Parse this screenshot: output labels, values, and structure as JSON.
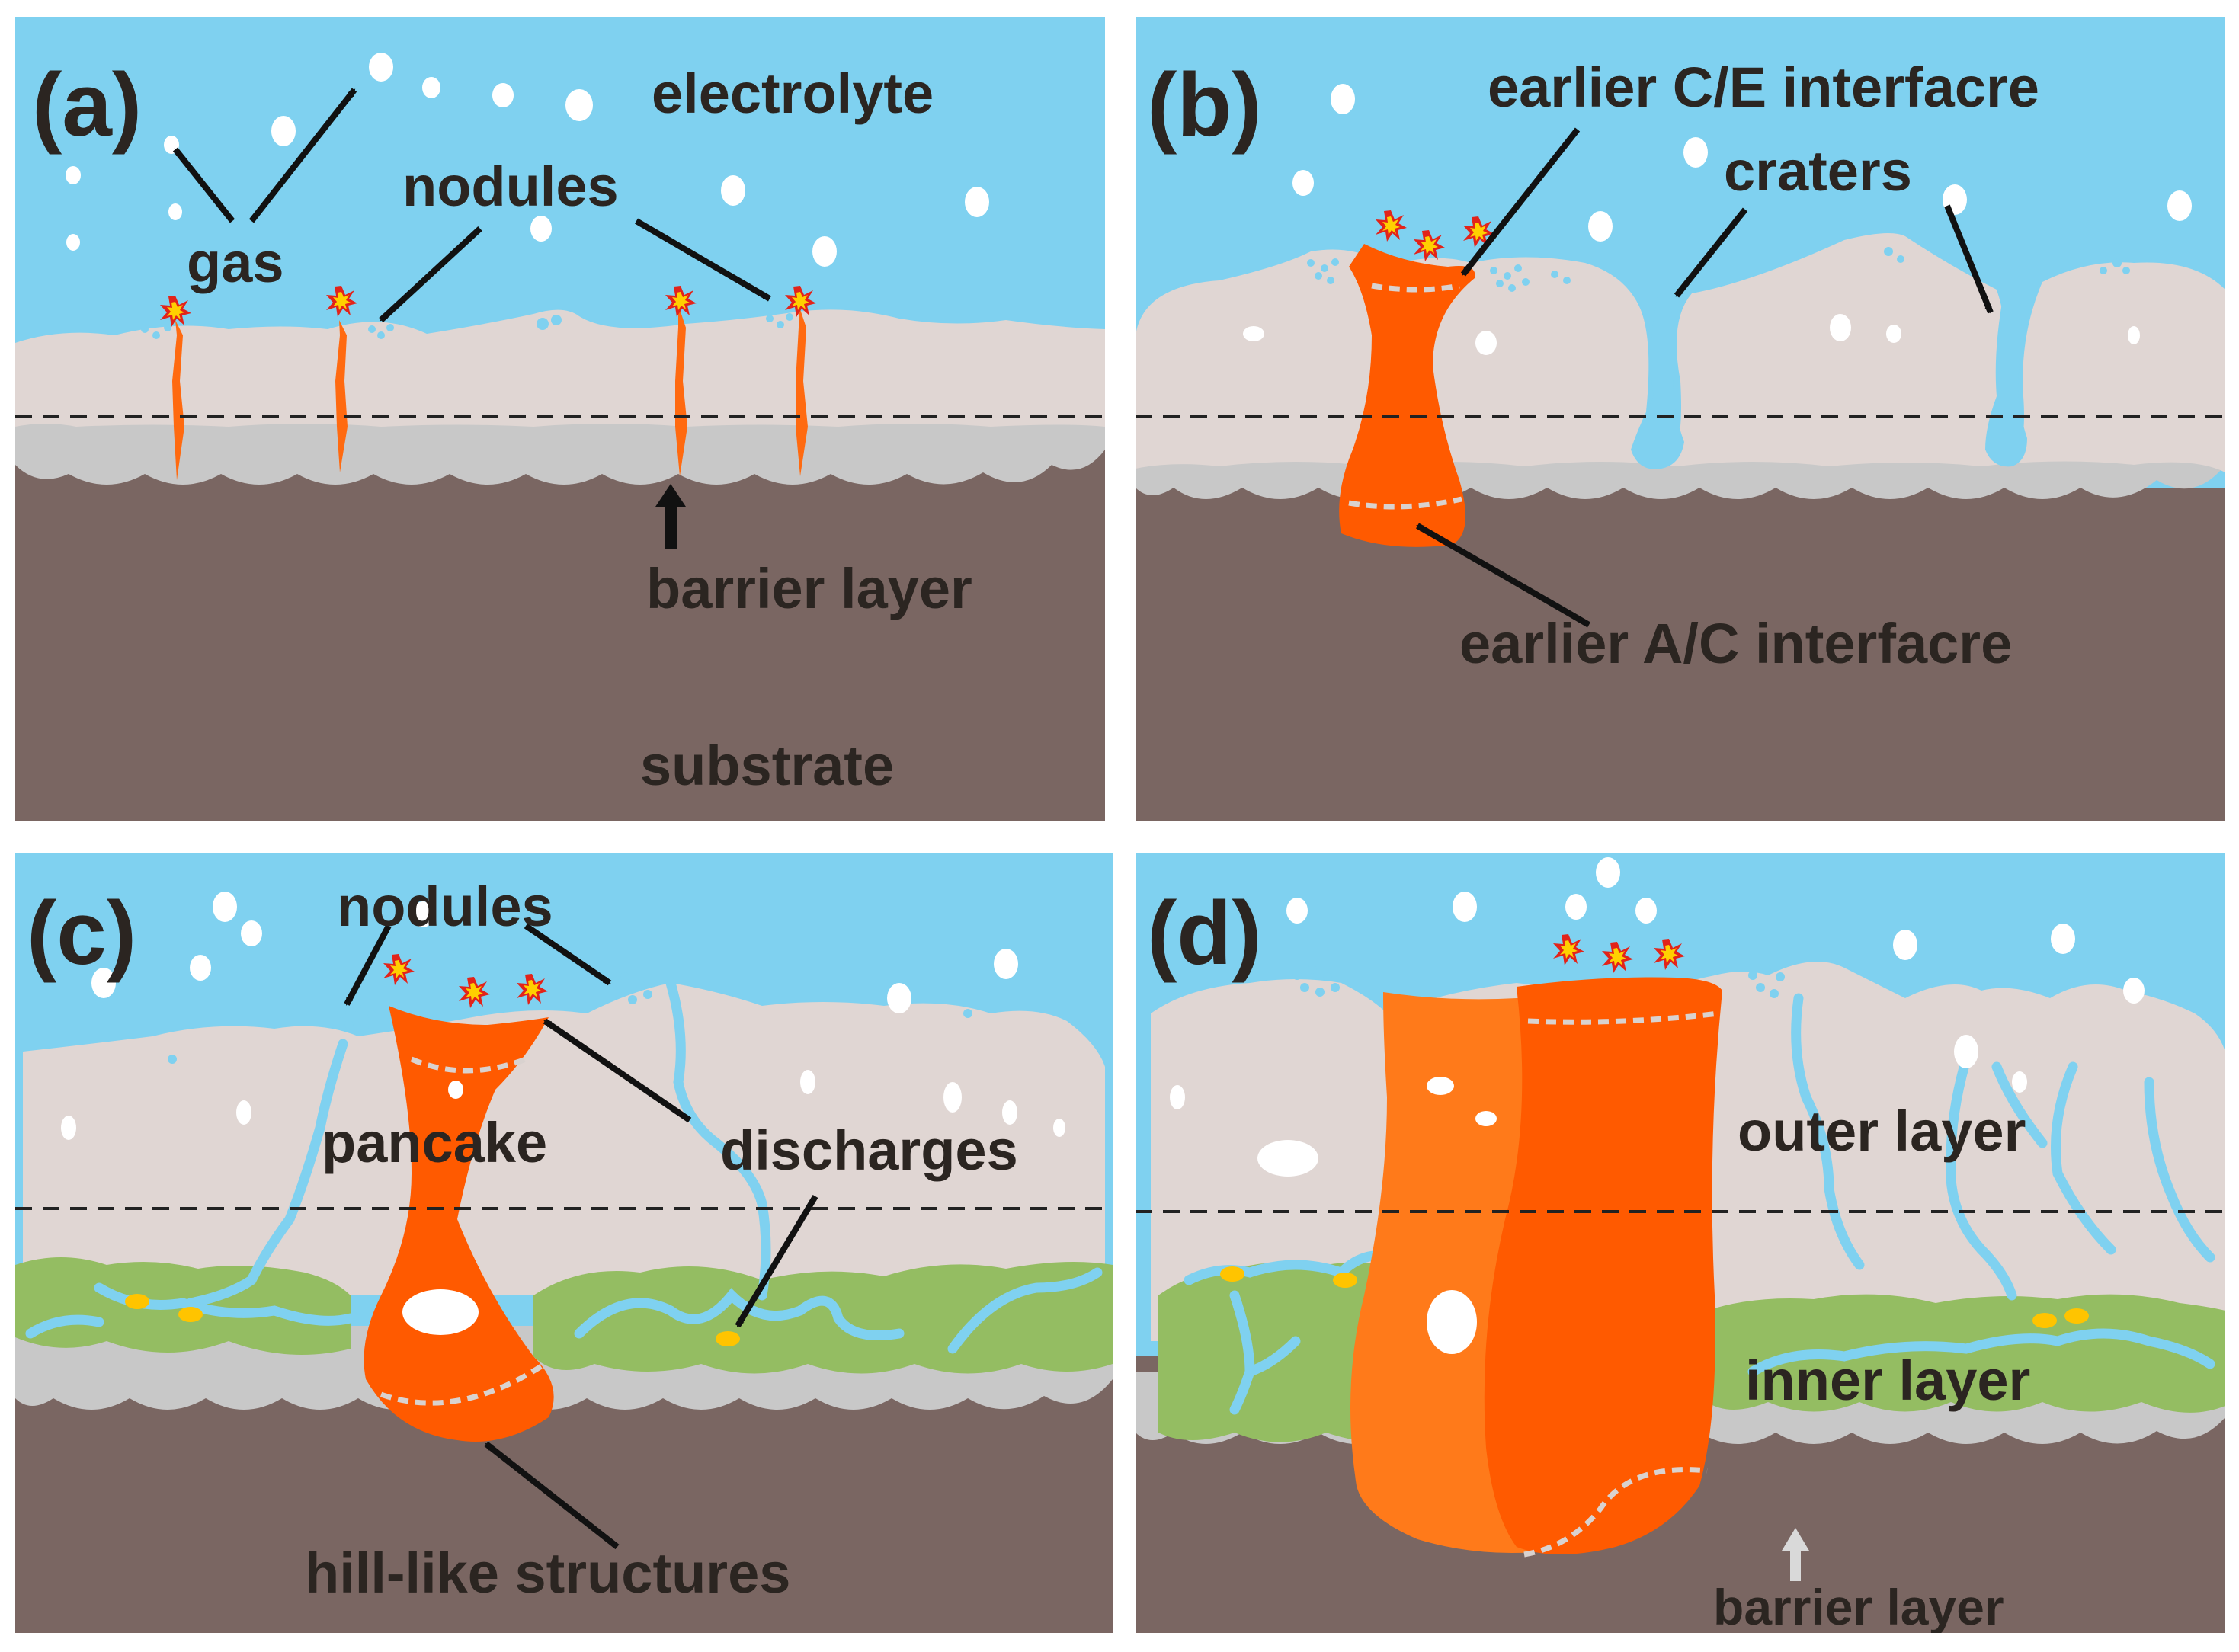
{
  "panels": {
    "a": {
      "tag": "(a)",
      "electrolyte": "electrolyte",
      "gas": "gas",
      "nodules": "nodules",
      "barrier": "barrier layer",
      "substrate": "substrate"
    },
    "b": {
      "tag": "(b)",
      "ce": "earlier C/E interfacre",
      "craters": "craters",
      "ac": "earlier A/C interfacre"
    },
    "c": {
      "tag": "(c)",
      "nodules": "nodules",
      "pancake": "pancake",
      "discharges": "discharges",
      "hill": "hill-like structures"
    },
    "d": {
      "tag": "(d)",
      "outer": "outer layer",
      "inner": "inner layer",
      "barrier": "barrier layer"
    }
  },
  "colors": {
    "electrolyte": "#7fd1f0",
    "coating": "#e0d6d3",
    "barrier": "#c8c8c8",
    "substrate": "#7a6662",
    "inner_layer": "#94bd62",
    "discharge": "#ff5a00",
    "discharge_light": "#ff7a1a",
    "spark": "#ffd000",
    "channel": "#7fd1f0"
  }
}
